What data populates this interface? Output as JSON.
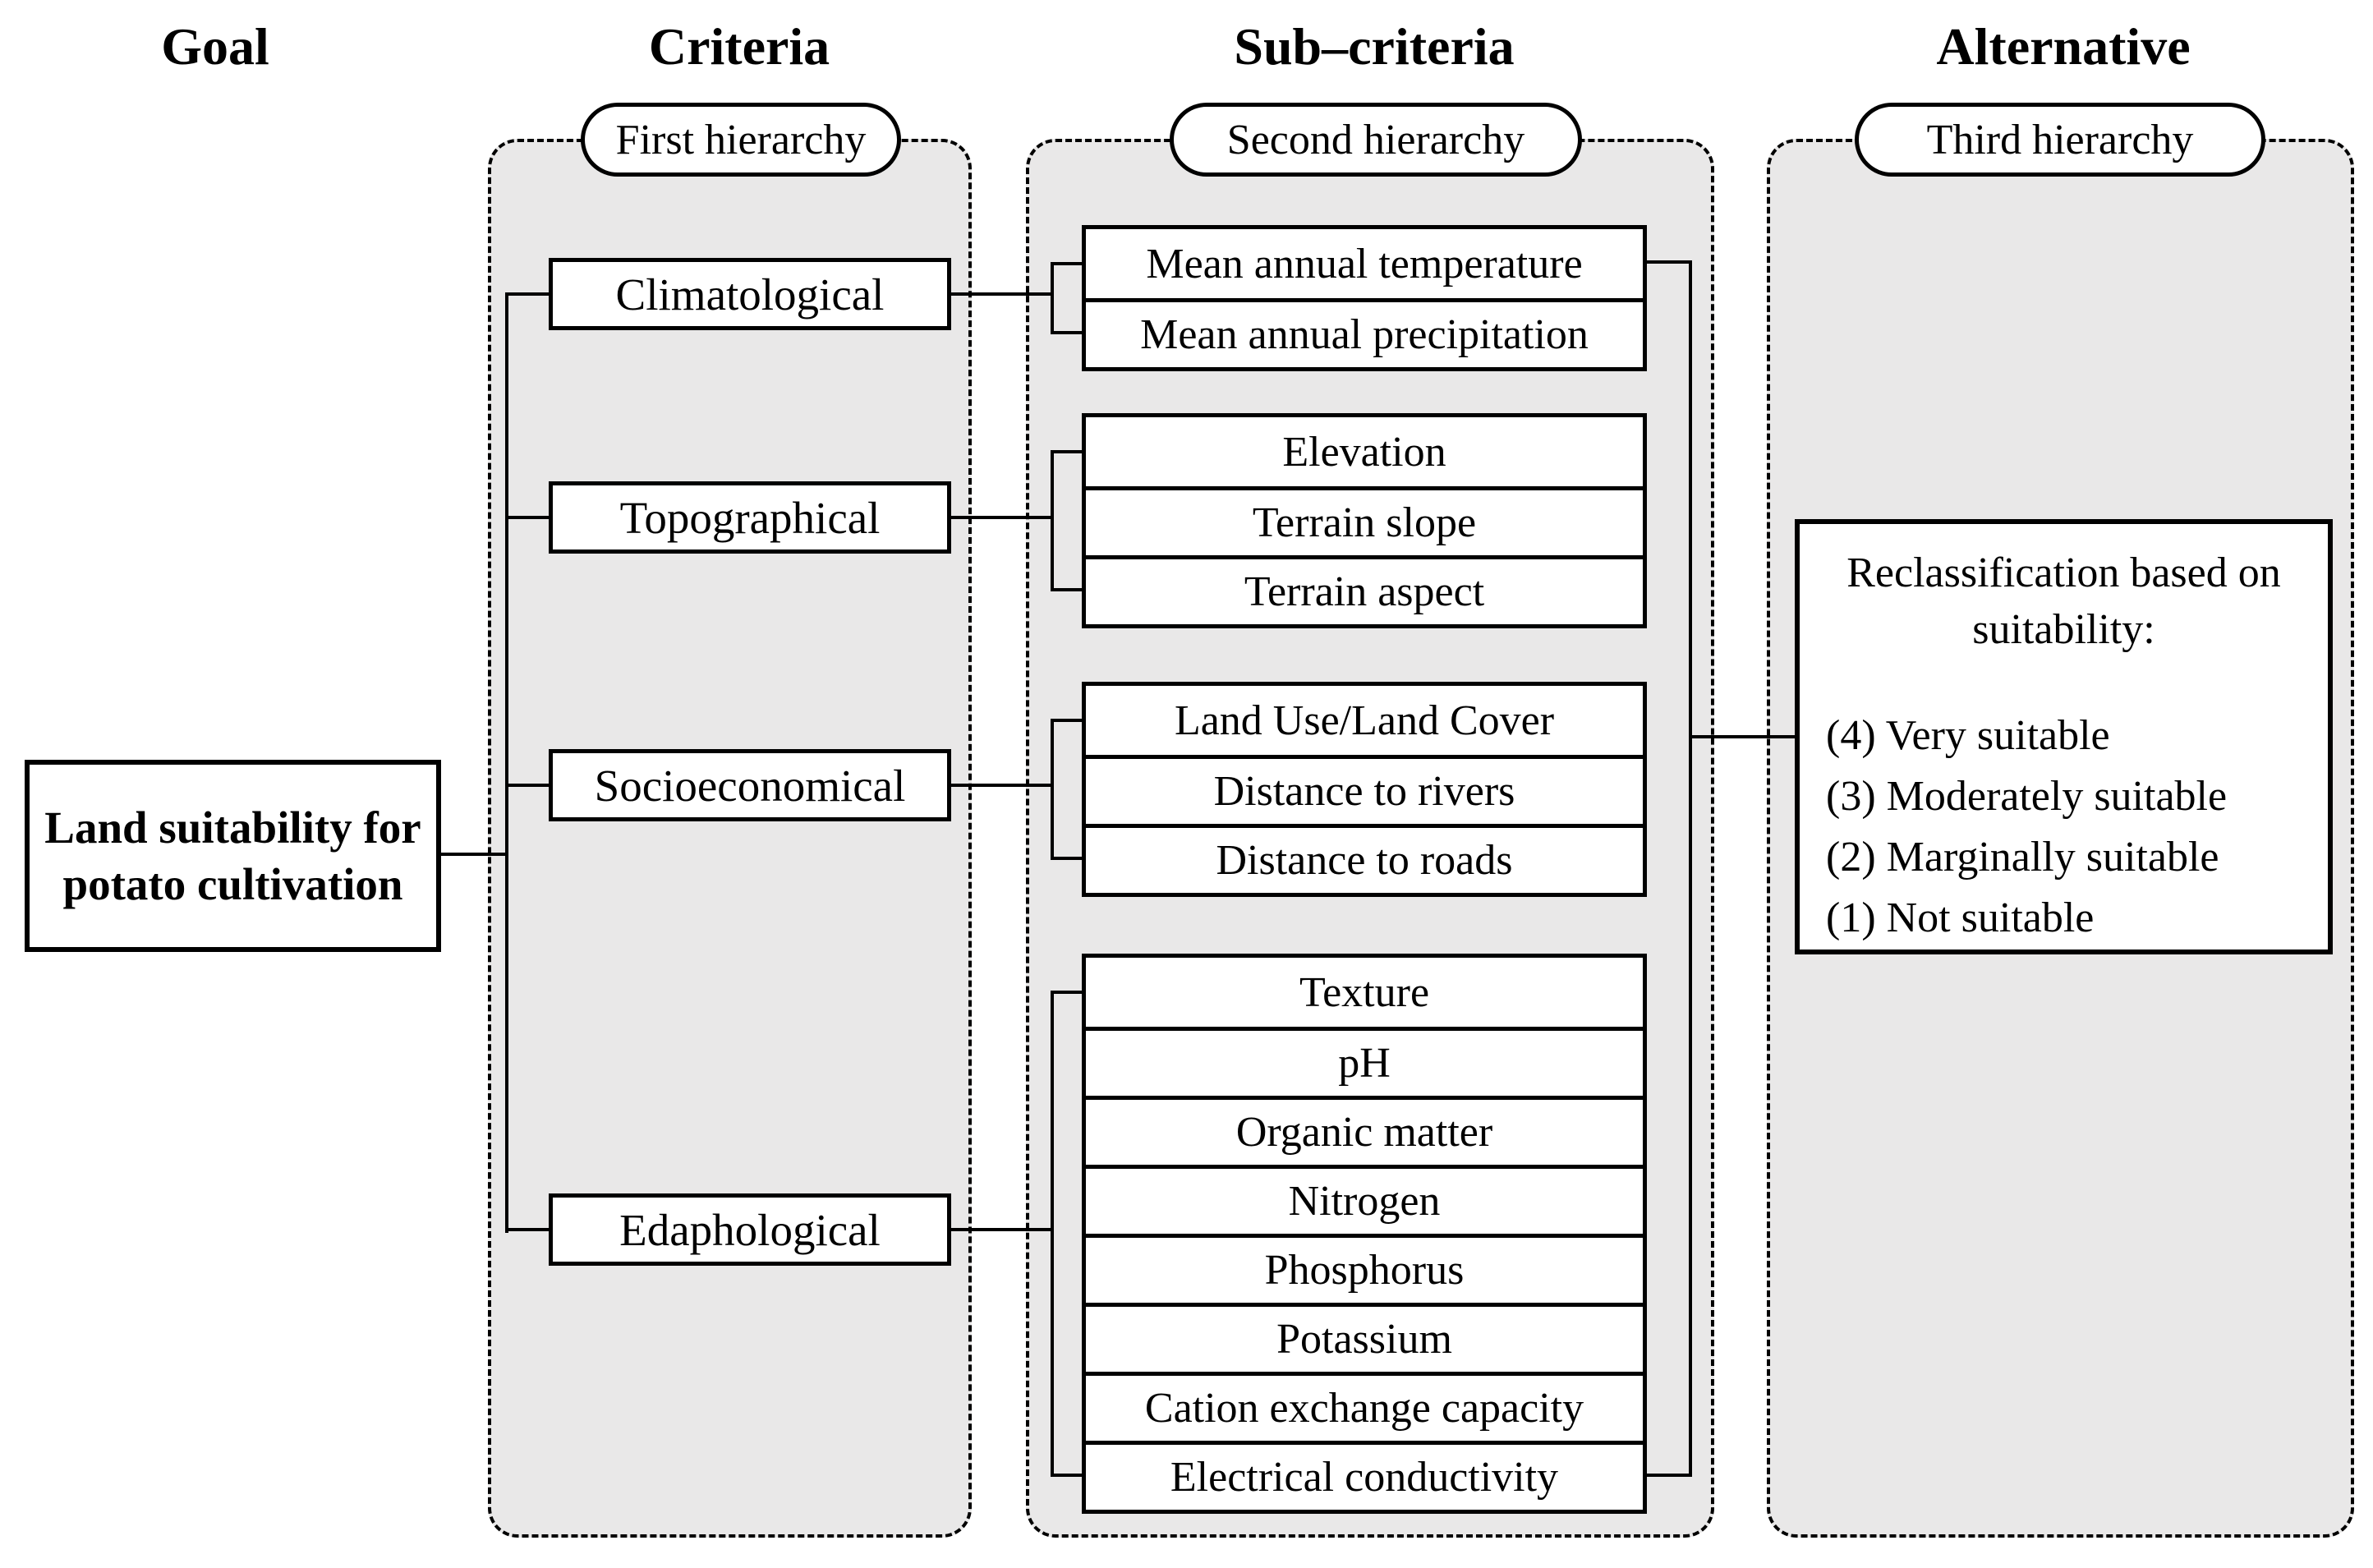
{
  "column_headers": {
    "goal": "Goal",
    "criteria": "Criteria",
    "sub_criteria": "Sub–criteria",
    "alternative": "Alternative"
  },
  "hierarchy_labels": {
    "first": "First hierarchy",
    "second": "Second hierarchy",
    "third": "Third hierarchy"
  },
  "goal_box": {
    "label": "Land suitability for potato cultivation"
  },
  "criteria": {
    "items": [
      "Climatological",
      "Topographical",
      "Socioeconomical",
      "Edaphological"
    ]
  },
  "sub_criteria": {
    "groups": [
      {
        "items": [
          "Mean annual temperature",
          "Mean annual precipitation"
        ]
      },
      {
        "items": [
          "Elevation",
          "Terrain slope",
          "Terrain aspect"
        ]
      },
      {
        "items": [
          "Land Use/Land Cover",
          "Distance to rivers",
          "Distance to roads"
        ]
      },
      {
        "items": [
          "Texture",
          "pH",
          "Organic matter",
          "Nitrogen",
          "Phosphorus",
          "Potassium",
          "Cation exchange capacity",
          "Electrical conductivity"
        ]
      }
    ]
  },
  "alternative_box": {
    "title": "Reclassification based on suitability:",
    "options": [
      "(4) Very suitable",
      "(3) Moderately suitable",
      "(2) Marginally suitable",
      "(1) Not suitable"
    ]
  },
  "colors": {
    "container_fill": "#e9e8e8",
    "line": "#000000",
    "box_fill": "#ffffff",
    "text": "#000000"
  }
}
